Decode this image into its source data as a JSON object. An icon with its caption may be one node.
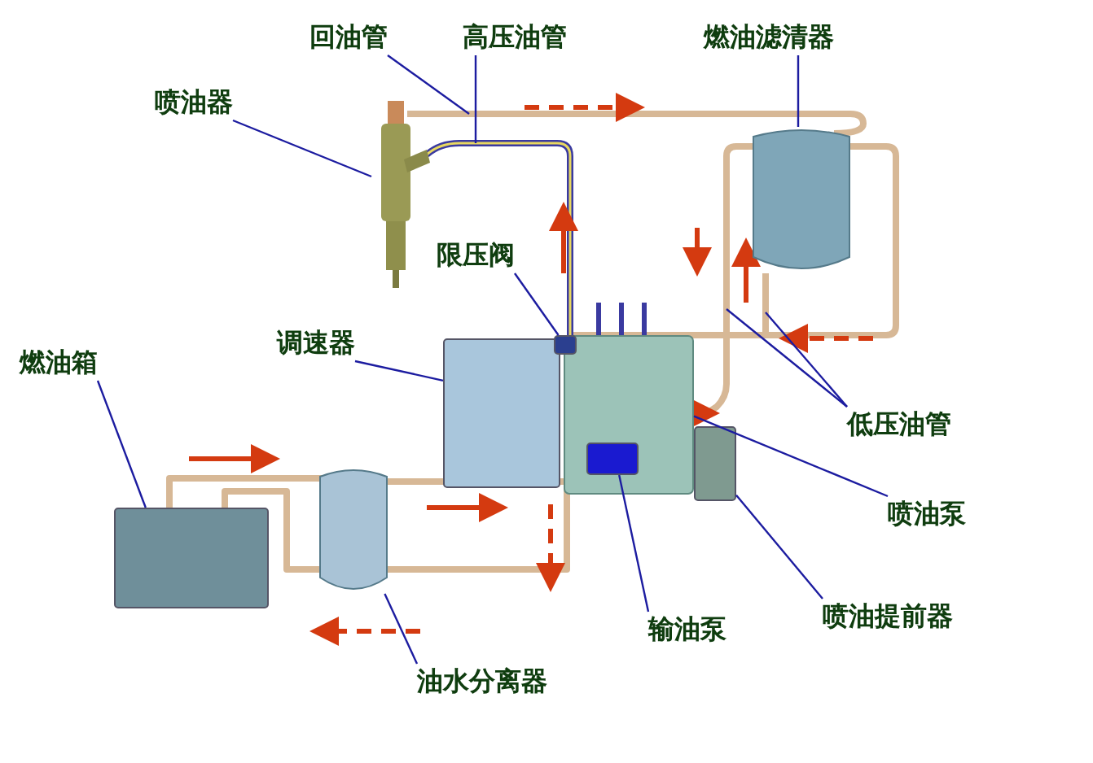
{
  "diagram": {
    "nodes": [
      {
        "text": [
          "回油管"
        ]
      },
      {
        "text": [
          "高压油管"
        ]
      },
      {
        "text": [
          "燃油滤清器"
        ]
      },
      {
        "text": [
          "喷油器"
        ]
      },
      {
        "text": [
          "限压阀"
        ]
      },
      {
        "text": [
          "调速器"
        ]
      },
      {
        "text": [
          "燃油箱"
        ]
      },
      {
        "text": [
          "低压油管"
        ]
      },
      {
        "text": [
          "喷油泵"
        ]
      },
      {
        "text": [
          "输油泵"
        ]
      },
      {
        "text": [
          "喷油提前器"
        ]
      },
      {
        "text": [
          "油水分离器"
        ]
      },
      {
        "text": [],
        "shape": "picture"
      },
      {
        "text": [],
        "shape": "cylinder"
      },
      {
        "text": [],
        "shape": "box"
      },
      {
        "text": [],
        "shape": "box"
      },
      {
        "text": [],
        "shape": "picture"
      },
      {
        "text": [],
        "shape": "box",
        "in": 16
      },
      {
        "text": [],
        "shape": "box"
      },
      {
        "text": [],
        "shape": "cylinder"
      },
      {
        "text": [],
        "shape": "box"
      }
    ],
    "edges": [
      {
        "from": 0,
        "to": null,
        "arrow": "none"
      },
      {
        "from": 1,
        "to": null,
        "arrow": "none"
      },
      {
        "from": 2,
        "to": 13,
        "arrow": "none"
      },
      {
        "from": 3,
        "to": 12,
        "arrow": "none"
      },
      {
        "from": 4,
        "to": 20,
        "arrow": "none"
      },
      {
        "from": 5,
        "to": 14,
        "arrow": "none"
      },
      {
        "from": 6,
        "to": 15,
        "arrow": "none"
      },
      {
        "from": 7,
        "to": null,
        "arrow": "none"
      },
      {
        "from": 7,
        "to": null,
        "arrow": "none"
      },
      {
        "from": 8,
        "to": 16,
        "arrow": "none"
      },
      {
        "from": 9,
        "to": 17,
        "arrow": "none"
      },
      {
        "from": 10,
        "to": 18,
        "arrow": "none"
      },
      {
        "from": 11,
        "to": 19,
        "arrow": "none"
      }
    ]
  }
}
